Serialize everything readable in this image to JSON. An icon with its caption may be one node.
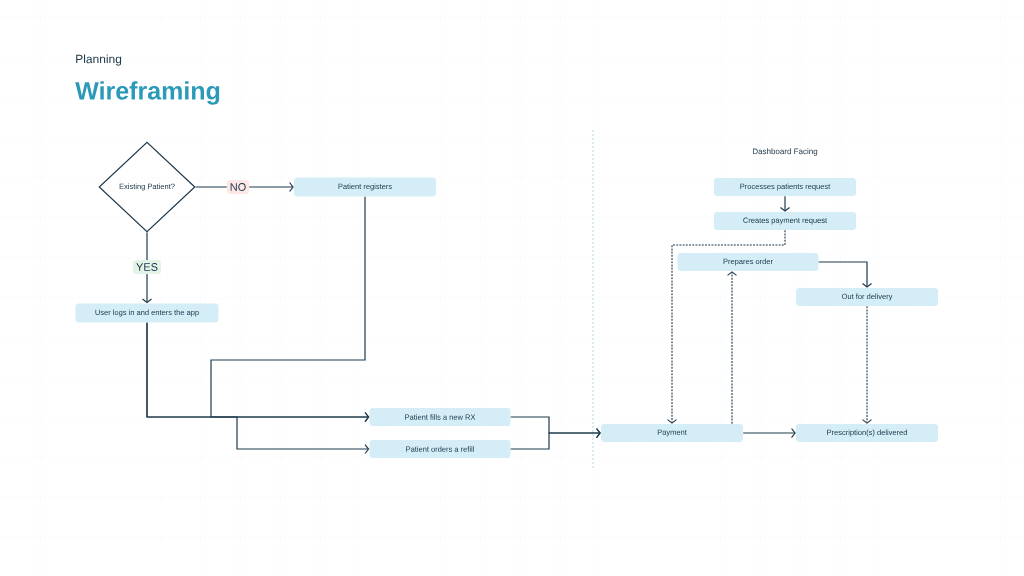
{
  "diagram": {
    "title": "Wireframing",
    "nodes": [
      {
        "text": [
          "Existing Patient?"
        ]
      },
      {
        "text": [
          "Patient registers"
        ]
      },
      {
        "text": [
          "User logs in and enters the app"
        ]
      },
      {
        "text": [
          "Patient fills a new RX"
        ]
      },
      {
        "text": [
          "Patient orders a refill"
        ]
      },
      {
        "text": [
          "Payment"
        ]
      },
      {
        "text": [
          "Prescription(s) delivered"
        ]
      },
      {
        "text": [
          "Processes patients request"
        ]
      },
      {
        "text": [
          "Creates payment request"
        ]
      },
      {
        "text": [
          "Prepares order"
        ]
      },
      {
        "text": [
          "Out for delivery"
        ]
      }
    ],
    "edges": [
      {
        "from": 0,
        "to": 1,
        "arrow": "to",
        "label": "NO"
      },
      {
        "from": 0,
        "to": 2,
        "arrow": "to",
        "label": "YES"
      },
      {
        "from": 2,
        "to": 3,
        "arrow": "to"
      },
      {
        "from": 2,
        "to": 4,
        "arrow": "to"
      },
      {
        "from": 1,
        "to": 3,
        "arrow": "to"
      },
      {
        "from": 3,
        "to": 5,
        "arrow": "to"
      },
      {
        "from": 4,
        "to": 5,
        "arrow": "to"
      },
      {
        "from": 7,
        "to": 8,
        "arrow": "to"
      },
      {
        "from": 8,
        "to": 5,
        "arrow": "to",
        "style": "dashed"
      },
      {
        "from": 5,
        "to": 9,
        "arrow": "to",
        "style": "dashed"
      },
      {
        "from": 9,
        "to": 10,
        "arrow": "to"
      },
      {
        "from": 10,
        "to": 6,
        "arrow": "to",
        "style": "dashed"
      },
      {
        "from": 5,
        "to": 6,
        "arrow": "to"
      }
    ],
    "labels": [
      "Planning",
      "Dashboard Facing"
    ]
  }
}
